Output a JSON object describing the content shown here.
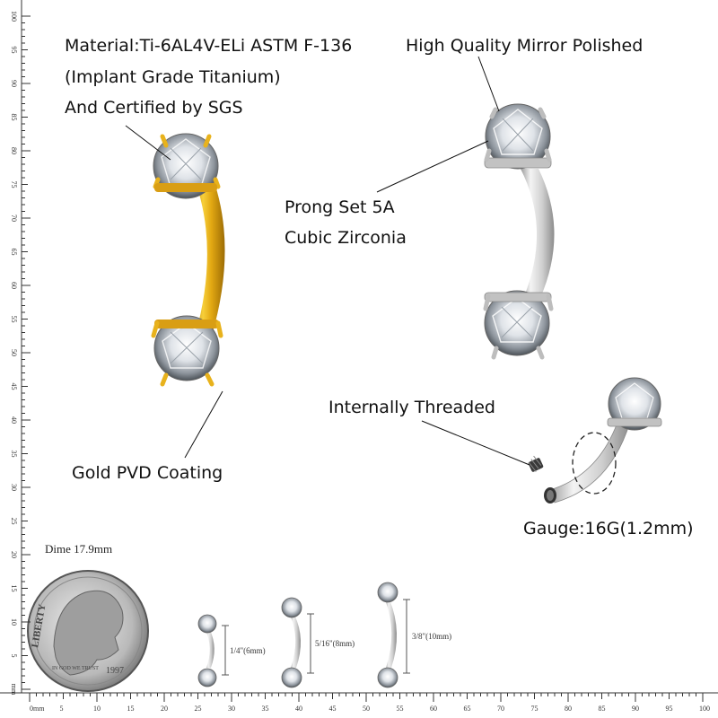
{
  "annotations": {
    "material_line1": "Material:Ti-6AL4V-ELi ASTM F-136",
    "material_line2": "(Implant Grade Titanium)",
    "material_line3": "And Certified by SGS",
    "polish": "High Quality Mirror Polished",
    "prong_line1": "Prong Set 5A",
    "prong_line2": "Cubic Zirconia",
    "thread": "Internally Threaded",
    "gold": "Gold PVD Coating",
    "gauge": "Gauge:16G(1.2mm)"
  },
  "coin": {
    "caption": "Dime 17.9mm",
    "liberty": "LIBERTY",
    "motto": "IN GOD WE TRUST",
    "year": "1997"
  },
  "sizes": [
    "1/4\"(6mm)",
    "5/16\"(8mm)",
    "3/8\"(10mm)"
  ],
  "ruler": {
    "unit": "mm",
    "bottom_labels": [
      "0mm",
      "5",
      "10",
      "15",
      "20",
      "25",
      "30",
      "35",
      "40",
      "45",
      "50",
      "55",
      "60",
      "65",
      "70",
      "75",
      "80",
      "85",
      "90",
      "95",
      "100"
    ],
    "left_labels": [
      "mm",
      "5",
      "10",
      "15",
      "20",
      "25",
      "30",
      "35",
      "40",
      "45",
      "50",
      "55",
      "60",
      "65",
      "70",
      "75",
      "80",
      "85",
      "90",
      "95",
      "100"
    ]
  },
  "colors": {
    "gold": "#e8b21c",
    "silver": "#c9c9c9"
  }
}
